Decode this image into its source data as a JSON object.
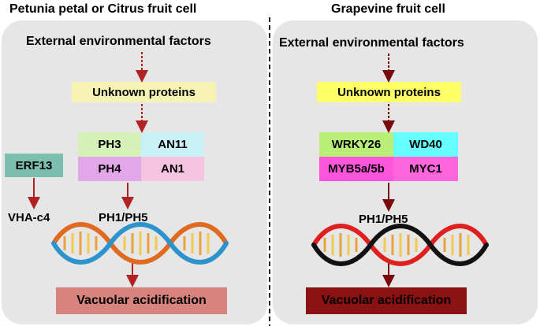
{
  "colors": {
    "panel_bg": "#e6e6e6",
    "divider": "#222222",
    "arrow_left": "#b22222",
    "arrow_right": "#7a0a0a",
    "unknown_left": "#f6f3b5",
    "unknown_right": "#ffff66",
    "ph3": "#d4f2b8",
    "an11": "#c8f0f6",
    "ph4": "#e3a6e8",
    "an1": "#f4c4e0",
    "erf13": "#7dbfae",
    "wrky26": "#b9ef79",
    "wd40": "#66ffff",
    "myb": "#ff55dd",
    "myc1": "#ff66dd",
    "outcome_left": "#d9837e",
    "outcome_right": "#8b1212"
  },
  "left": {
    "title": "Petunia petal or Citrus fruit cell",
    "factors": "External environmental factors",
    "unknown": "Unknown proteins",
    "complex": {
      "ph3": "PH3",
      "an11": "AN11",
      "ph4": "PH4",
      "an1": "AN1"
    },
    "erf": "ERF13",
    "vha": "VHA-c4",
    "target": "PH1/PH5",
    "outcome": "Vacuolar acidification"
  },
  "right": {
    "title": "Grapevine fruit cell",
    "factors": "External environmental factors",
    "unknown": "Unknown proteins",
    "complex": {
      "wrky": "WRKY26",
      "wd40": "WD40",
      "myb": "MYB5a/5b",
      "myc": "MYC1"
    },
    "target": "PH1/PH5",
    "outcome": "Vacuolar acidification"
  }
}
